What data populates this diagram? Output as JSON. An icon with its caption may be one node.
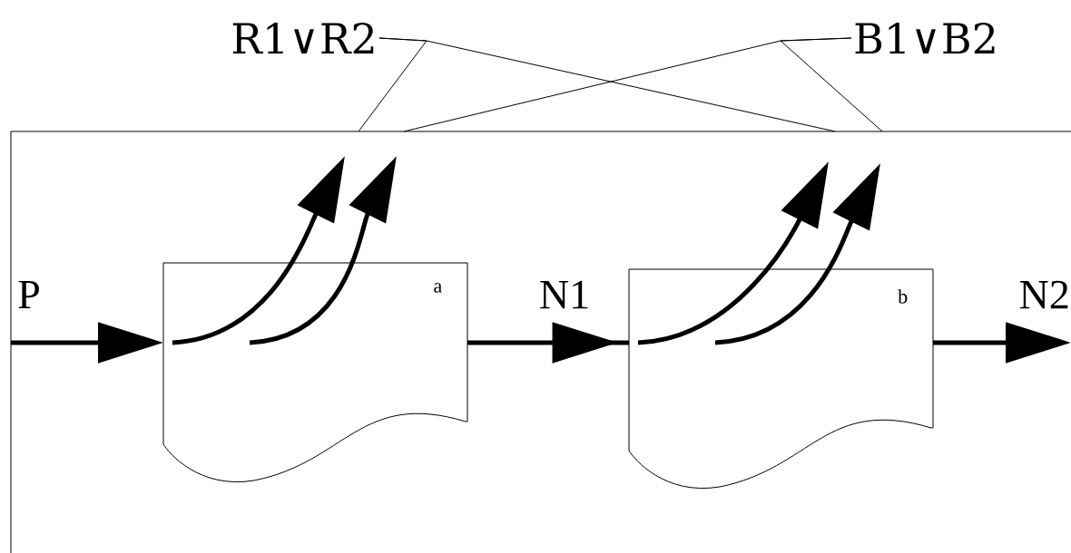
{
  "diagram": {
    "nodes": [
      {
        "text": [],
        "shape": "box"
      },
      {
        "text": [
          "a"
        ],
        "in": 0
      },
      {
        "text": [
          "b"
        ],
        "in": 0
      },
      {
        "text": [
          "R1∨R2"
        ]
      },
      {
        "text": [
          "B1∨B2"
        ]
      }
    ],
    "edges": [
      {
        "from": null,
        "to": 1,
        "arrow": "to",
        "label": "P"
      },
      {
        "from": 1,
        "to": 2,
        "arrow": "to",
        "label": "N1"
      },
      {
        "from": 2,
        "to": null,
        "arrow": "to",
        "label": "N2"
      },
      {
        "from": 1,
        "to": null,
        "arrow": "to"
      },
      {
        "from": 1,
        "to": null,
        "arrow": "to"
      },
      {
        "from": 2,
        "to": null,
        "arrow": "to"
      },
      {
        "from": 2,
        "to": null,
        "arrow": "to"
      },
      {
        "from": 3,
        "to": 0,
        "arrow": "none"
      },
      {
        "from": 3,
        "to": 0,
        "arrow": "none"
      },
      {
        "from": 4,
        "to": 0,
        "arrow": "none"
      },
      {
        "from": 4,
        "to": 0,
        "arrow": "none"
      }
    ]
  }
}
